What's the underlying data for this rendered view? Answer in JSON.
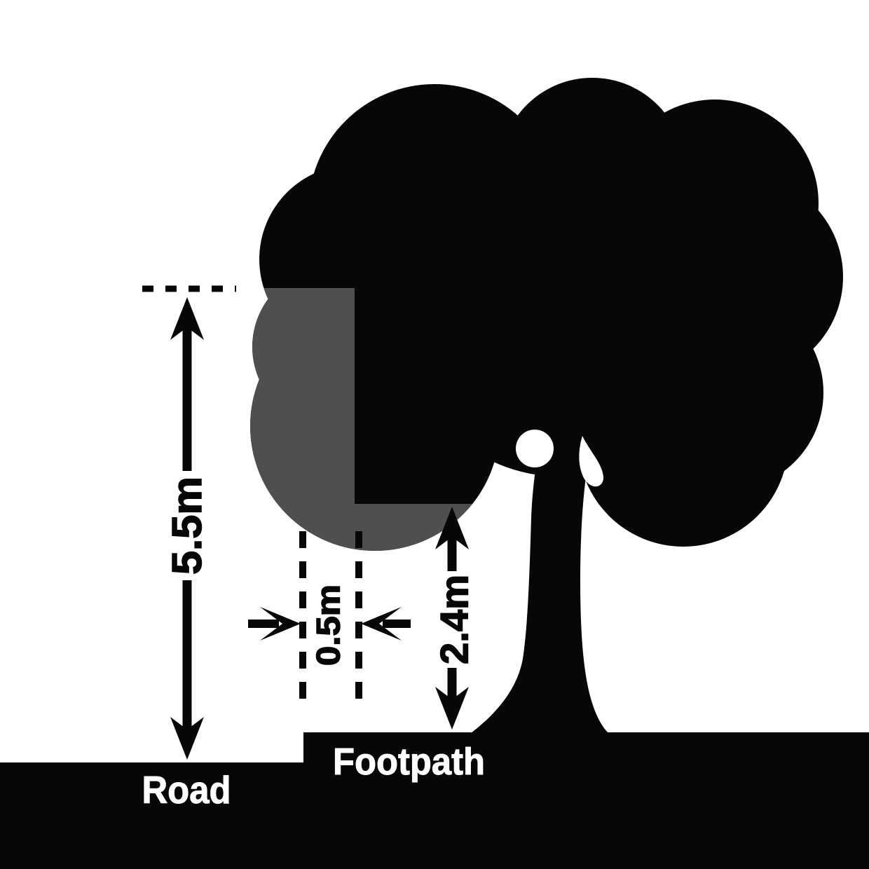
{
  "diagram": {
    "measurements": {
      "road_clearance_height": "5.5m",
      "road_edge_setback": "0.5m",
      "footpath_clearance_height": "2.4m"
    },
    "ground_labels": {
      "road": "Road",
      "footpath": "Footpath"
    },
    "colors": {
      "background": "#ffffff",
      "ink": "#070709",
      "prune_zone": "#4f4f52",
      "ground_label_text": "#ffffff"
    }
  }
}
